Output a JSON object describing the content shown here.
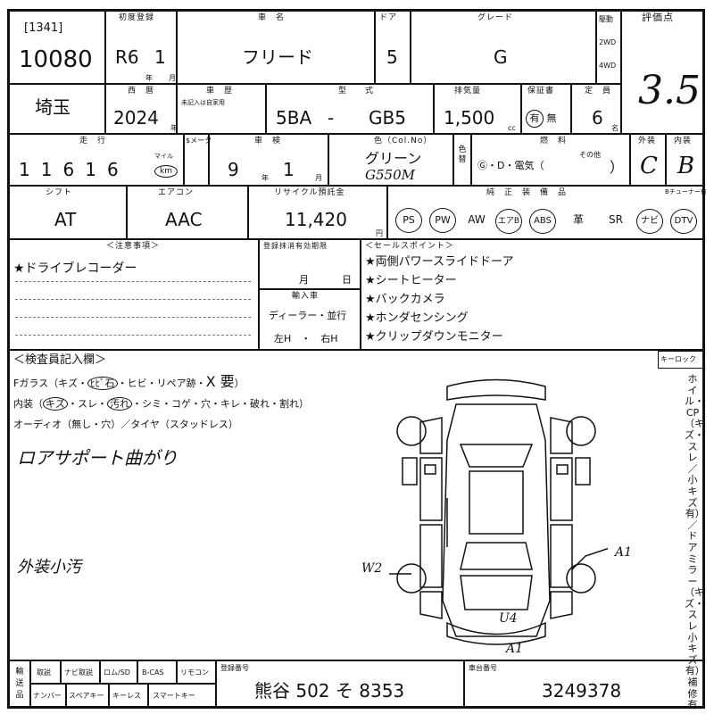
{
  "header": {
    "initial_reg_label": "初度登録",
    "car_name_label": "車　名",
    "door_label": "ドア",
    "grade_label": "グレード",
    "drive_label": "駆動",
    "score_label": "評価点"
  },
  "lot": {
    "bracket": "[1341]",
    "number": "10080"
  },
  "initial_reg": {
    "era": "R6",
    "month": "1",
    "year_unit": "年",
    "month_unit": "月"
  },
  "car_name": "フリード",
  "doors": "5",
  "grade": "G",
  "drive": {
    "opt1": "2WD",
    "opt2": "4WD"
  },
  "score": "3.5",
  "row2": {
    "prefecture": "埼玉",
    "year_label": "西　暦",
    "year": "2024",
    "year_unit": "年",
    "car_history_label": "車　歴",
    "car_history_note": "未記入は自家用",
    "model_label": "型　　式",
    "model_prefix": "5BA",
    "model_sep": "-",
    "model": "GB5",
    "displacement_label": "排気量",
    "displacement": "1,500",
    "cc_unit": "cc",
    "warranty_label": "保証書",
    "warranty_yes": "有",
    "warranty_no": "無",
    "capacity_label": "定　員",
    "capacity": "6",
    "capacity_unit": "名"
  },
  "row3": {
    "mileage_label": "走　行",
    "mileage_digits": [
      "1",
      "1",
      "6",
      "1",
      "6"
    ],
    "mileage_unit_mile": "マイル",
    "mileage_unit_km": "km",
    "meter_label": "$メータ",
    "inspection_label": "車　検",
    "inspection_year": "9",
    "inspection_year_unit": "年",
    "inspection_month": "1",
    "inspection_month_unit": "月",
    "color_label": "色（Col.No）",
    "color": "グリーン",
    "color_code": "G550M",
    "color_change_label": "色替",
    "fuel_label": "燃　料",
    "fuel_options": "Ⓖ・D・電気（",
    "fuel_other": "その他",
    "fuel_close": "）",
    "exterior_label": "外装",
    "exterior": "C",
    "interior_label": "内装",
    "interior": "B"
  },
  "row4": {
    "shift_label": "シフト",
    "shift": "AT",
    "ac_label": "エアコン",
    "ac": "AAC",
    "recycle_label": "リサイクル預託金",
    "recycle": "11,420",
    "recycle_unit": "円",
    "equipment_label": "純　正　装　備　品",
    "tuner_label": "Bチューナー有",
    "equipment": [
      {
        "name": "PS",
        "circled": true
      },
      {
        "name": "PW",
        "circled": true
      },
      {
        "name": "AW",
        "circled": false
      },
      {
        "name": "エアB",
        "circled": true
      },
      {
        "name": "ABS",
        "circled": true
      },
      {
        "name": "革",
        "circled": false
      },
      {
        "name": "SR",
        "circled": false
      },
      {
        "name": "ナビ",
        "circled": true
      },
      {
        "name": "DTV",
        "circled": true
      }
    ]
  },
  "notes": {
    "caution_label": "＜注意事項＞",
    "caution_item": "★ドライブレコーダー",
    "reg_deadline_label": "登録抹消有効期限",
    "reg_deadline_month": "月",
    "reg_deadline_day": "日",
    "import_label": "輸入車",
    "import_type": "ディーラー・並行",
    "handle": "左H　・　右H",
    "sales_label": "＜セールスポイント＞",
    "sales_points": [
      "★両側パワースライドドーア",
      "★シートヒーター",
      "★バックカメラ",
      "★ホンダセンシング",
      "★クリップダウンモニター"
    ]
  },
  "inspection": {
    "title": "＜検査員記入欄＞",
    "glass": "Fガラス（キズ・",
    "glass_circled": "ﾋﾋﾞ石",
    "glass_rest": "・ヒビ・リペア跡・",
    "glass_x": "X 要",
    "glass_close": "）",
    "interior": "内装（",
    "interior_c1": "キズ",
    "interior_mid": "・スレ・",
    "interior_c2": "汚れ",
    "interior_rest": "・シミ・コゲ・穴・キレ・破れ・割れ）",
    "audio": "オーディオ（無し・穴）／タイヤ（スタッドレス）",
    "handwritten_1": "ロアサポート曲がり",
    "handwritten_2": "外装小汚",
    "keyless_label": "キーロック",
    "wheel_notes": "ホイル・CP（キズ・スレ／小キズ有）／ドアミラー（キズ・スレ 小キズ有）補修有",
    "marks": {
      "w2": "W2",
      "a1_right": "A1",
      "u4": "U4",
      "a1_bottom": "A1"
    }
  },
  "footer": {
    "side_label": "輸送品",
    "c1": "取説",
    "c2": "ナビ取説",
    "c3": "ロム/SD",
    "c4": "B-CAS",
    "c5": "リモコン",
    "d1": "ナンバー",
    "d2": "スペアキー",
    "d3": "キーレス",
    "d4": "スマートキー",
    "plate_label": "登録番号",
    "plate": "熊谷 502 そ 8353",
    "chassis_label": "車台番号",
    "chassis": "3249378"
  }
}
